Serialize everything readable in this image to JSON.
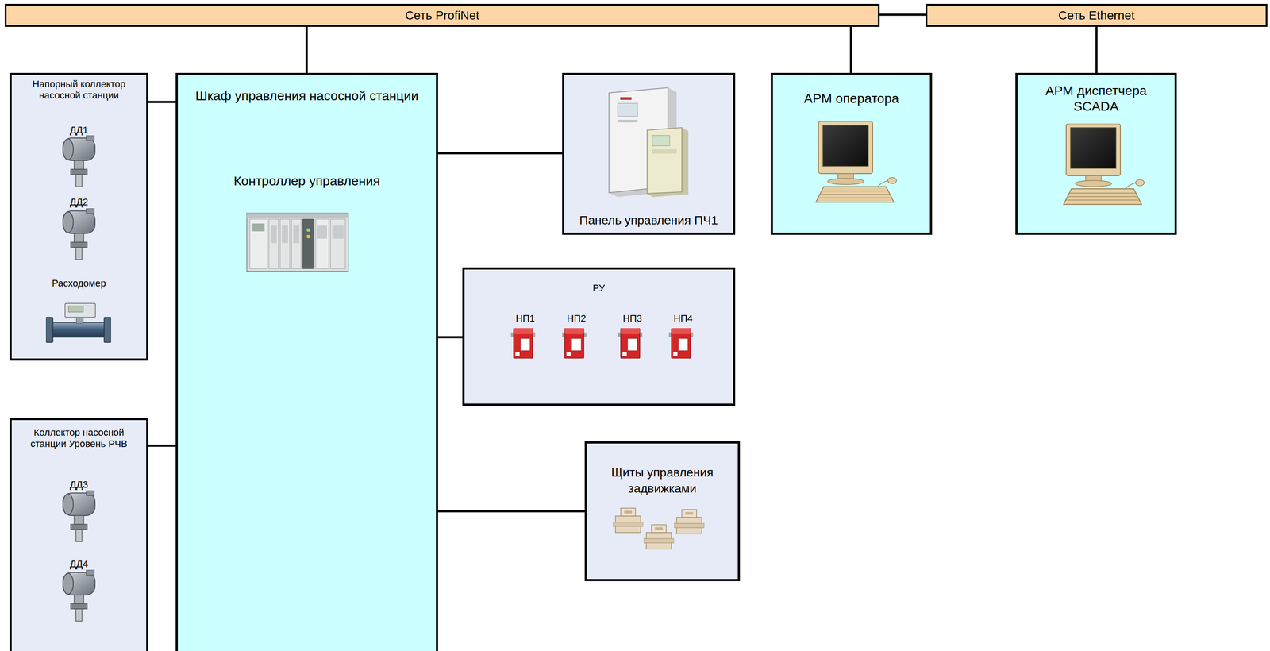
{
  "diagram": {
    "nodes": [
      {
        "text": [
          "Сеть ProfiNet"
        ]
      },
      {
        "text": [
          "Сеть Ethernet"
        ]
      },
      {
        "text": [
          "Напорный коллектор насосной станции",
          "ДД1",
          "ДД2",
          "Расходомер"
        ]
      },
      {
        "text": [
          "Шкаф управления насосной станции",
          "Контроллер управления"
        ]
      },
      {
        "text": [
          "Панель управления ПЧ1"
        ]
      },
      {
        "text": [
          "АРМ оператора"
        ]
      },
      {
        "text": [
          "АРМ диспетчера SCADA"
        ]
      },
      {
        "text": [
          "РУ",
          "НП1",
          "НП2",
          "НП3",
          "НП4"
        ]
      },
      {
        "text": [
          "Коллектор насосной станции Уровень РЧВ",
          "ДД3",
          "ДД4"
        ]
      },
      {
        "text": [
          "Щиты управления задвижками"
        ]
      }
    ],
    "edges": [
      {
        "from": 0,
        "to": 3,
        "arrow": "none"
      },
      {
        "from": 0,
        "to": 5,
        "arrow": "none"
      },
      {
        "from": 0,
        "to": 1,
        "arrow": "none"
      },
      {
        "from": 1,
        "to": 6,
        "arrow": "none"
      },
      {
        "from": 2,
        "to": 3,
        "arrow": "none"
      },
      {
        "from": 8,
        "to": 3,
        "arrow": "none"
      },
      {
        "from": 3,
        "to": 4,
        "arrow": "none"
      },
      {
        "from": 3,
        "to": 7,
        "arrow": "none"
      },
      {
        "from": 3,
        "to": 9,
        "arrow": "none"
      }
    ]
  }
}
